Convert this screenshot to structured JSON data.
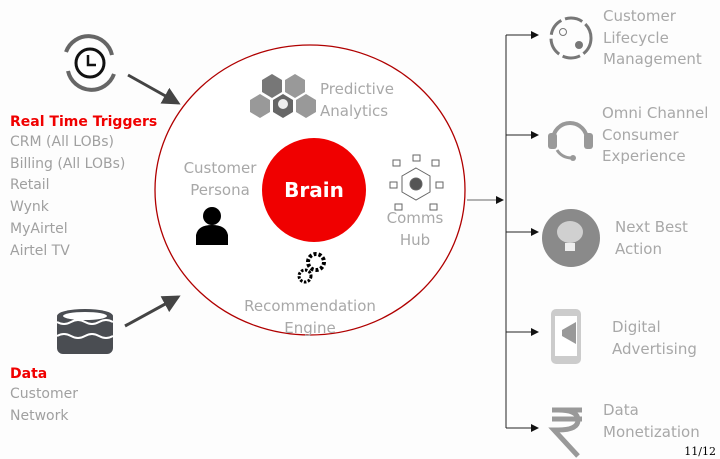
{
  "inputs": {
    "triggers": {
      "title": "Real Time Triggers",
      "items": [
        "CRM (All LOBs)",
        "Billing (All LOBs)",
        "Retail",
        "Wynk",
        "MyAirtel",
        "Airtel TV"
      ]
    },
    "data": {
      "title": "Data",
      "items": [
        "Customer",
        "Network"
      ]
    }
  },
  "core": {
    "center": "Brain",
    "modules": {
      "predictive": "Predictive\nAnalytics",
      "persona": "Customer\nPersona",
      "comms": "Comms\nHub",
      "recommendation": "Recommendation\nEngine"
    }
  },
  "outputs": [
    "Customer\nLifecycle\nManagement",
    "Omni Channel\nConsumer\nExperience",
    "Next Best\nAction",
    "Digital\nAdvertising",
    "Data\nMonetization"
  ],
  "page_number": "11/12",
  "colors": {
    "accent": "#e60000",
    "circle_outline": "#b00000",
    "muted_text": "#a8a8a8",
    "icon_dark": "#4a4d52"
  }
}
